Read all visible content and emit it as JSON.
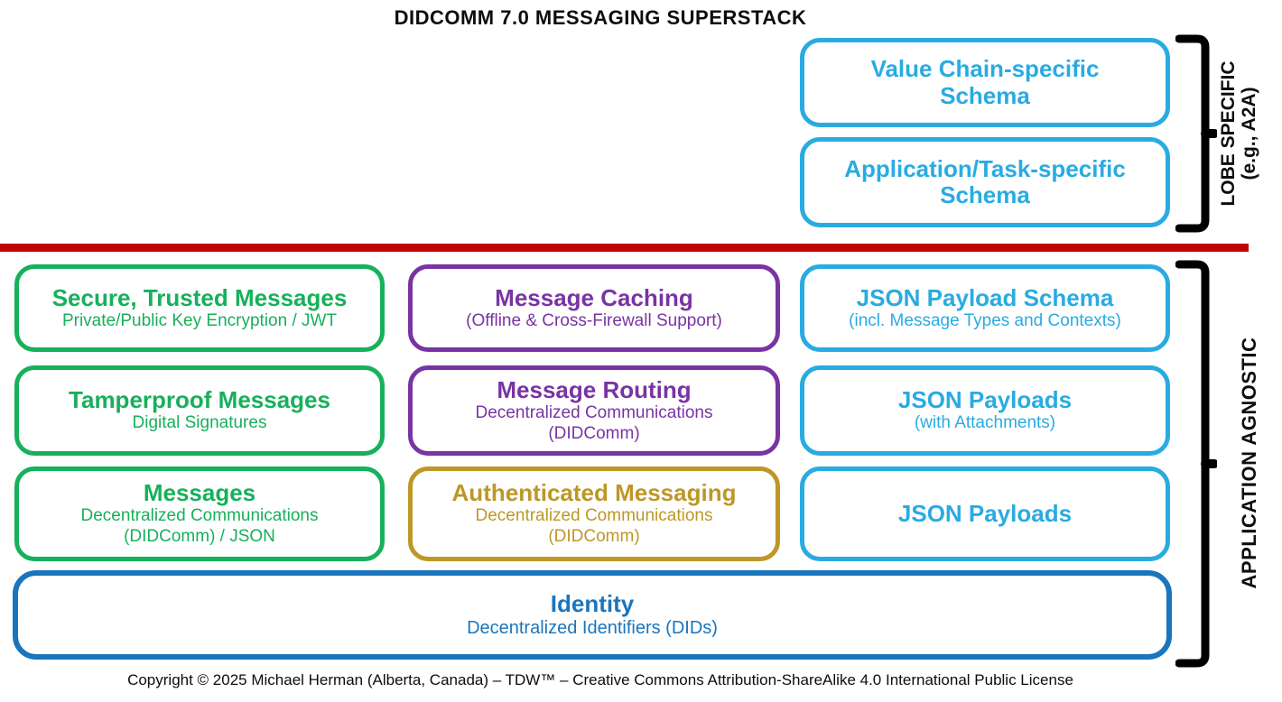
{
  "title": "DIDCOMM 7.0 MESSAGING SUPERSTACK",
  "colors": {
    "cyan": "#29ABE2",
    "green": "#17B05B",
    "purple": "#7934A3",
    "gold": "#BD9727",
    "blue": "#1B75BC",
    "red": "#C00505",
    "black": "#000000"
  },
  "lobe_section": {
    "bracket_label": "LOBE SPECIFIC\n(e.g., A2A)",
    "boxes": [
      {
        "title": "Value Chain-specific\nSchema"
      },
      {
        "title": "Application/Task-specific\nSchema"
      }
    ]
  },
  "agnostic_section": {
    "bracket_label": "APPLICATION AGNOSTIC",
    "left_column": [
      {
        "title": "Secure, Trusted Messages",
        "subtitle": "Private/Public Key Encryption / JWT"
      },
      {
        "title": "Tamperproof Messages",
        "subtitle": "Digital Signatures"
      },
      {
        "title": "Messages",
        "subtitle": "Decentralized Communications\n(DIDComm) / JSON"
      }
    ],
    "middle_column": [
      {
        "title": "Message Caching",
        "subtitle": "(Offline & Cross-Firewall Support)"
      },
      {
        "title": "Message Routing",
        "subtitle": "Decentralized Communications\n(DIDComm)"
      },
      {
        "title": "Authenticated Messaging",
        "subtitle": "Decentralized Communications\n(DIDComm)"
      }
    ],
    "right_column": [
      {
        "title": "JSON Payload Schema",
        "subtitle": "(incl. Message Types and Contexts)"
      },
      {
        "title": "JSON Payloads",
        "subtitle": "(with Attachments)"
      },
      {
        "title": "JSON Payloads",
        "subtitle": ""
      }
    ],
    "identity_box": {
      "title": "Identity",
      "subtitle": "Decentralized Identifiers (DIDs)"
    }
  },
  "footer": {
    "copyright": "Copyright © 2025 Michael Herman (Alberta, Canada) – TDW™ – Creative Commons Attribution-ShareAlike 4.0 International Public License"
  }
}
